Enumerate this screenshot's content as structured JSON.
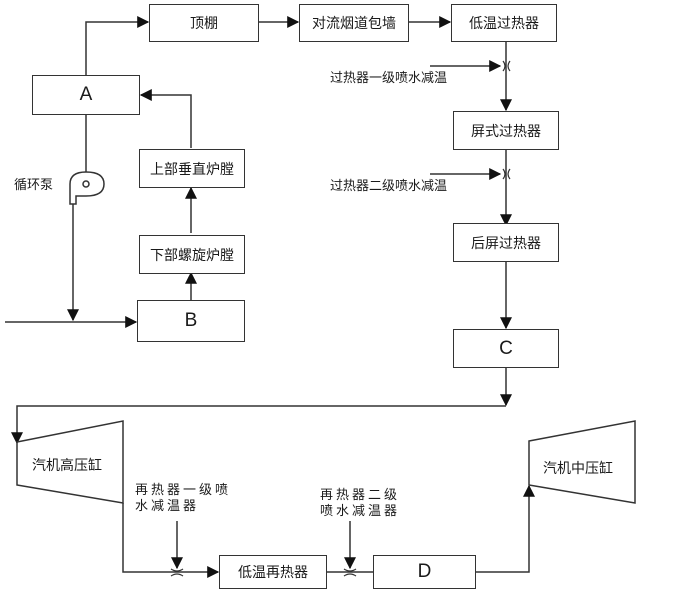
{
  "diagram": {
    "boxes": {
      "top_ceiling": "顶棚",
      "convection_flue_wall": "对流烟道包墙",
      "low_temp_superheater": "低温过热器",
      "a": "A",
      "upper_vertical_furnace": "上部垂直炉膛",
      "lower_spiral_furnace": "下部螺旋炉膛",
      "b": "B",
      "platen_superheater": "屏式过热器",
      "rear_platen_superheater": "后屏过热器",
      "c": "C",
      "low_temp_reheater": "低温再热器",
      "d": "D"
    },
    "turbines": {
      "hp": "汽机高压缸",
      "ip": "汽机中压缸"
    },
    "labels": {
      "pump": "循环泵",
      "sh_spray_1": "过热器一级喷水减温",
      "sh_spray_2": "过热器二级喷水减温",
      "rh_spray_1_line1": "再热器一级喷",
      "rh_spray_1_line2": "水减温器",
      "rh_spray_2_line1": "再热器二级",
      "rh_spray_2_line2": "喷水减温器"
    }
  }
}
